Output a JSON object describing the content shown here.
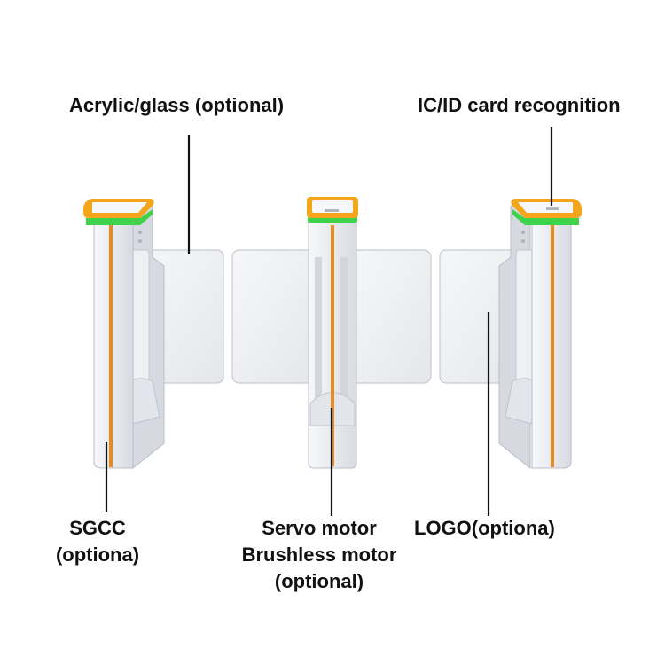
{
  "labels": {
    "acrylic_glass": "Acrylic/glass (optional)",
    "ic_id_card": "IC/ID card recognition",
    "sgcc_line1": "SGCC",
    "sgcc_line2": "(optiona)",
    "motor_line1": "Servo motor",
    "motor_line2": "Brushless motor",
    "motor_line3": "(optional)",
    "logo": "LOGO(optiona)"
  },
  "colors": {
    "cabinet_body": "#e6e8ee",
    "cabinet_shadow": "#c9ccd4",
    "top_cover": "#f3a51c",
    "green_light": "#3fd24a",
    "orange_strip": "#e98a1b",
    "glass_panel": "#eef0f2",
    "leader_line": "#111111"
  },
  "icons": {
    "left_cabinet": "turnstile-cabinet-left",
    "middle_cabinet": "turnstile-cabinet-middle",
    "right_cabinet": "turnstile-cabinet-right",
    "glass_wing": "glass-wing-panel"
  }
}
